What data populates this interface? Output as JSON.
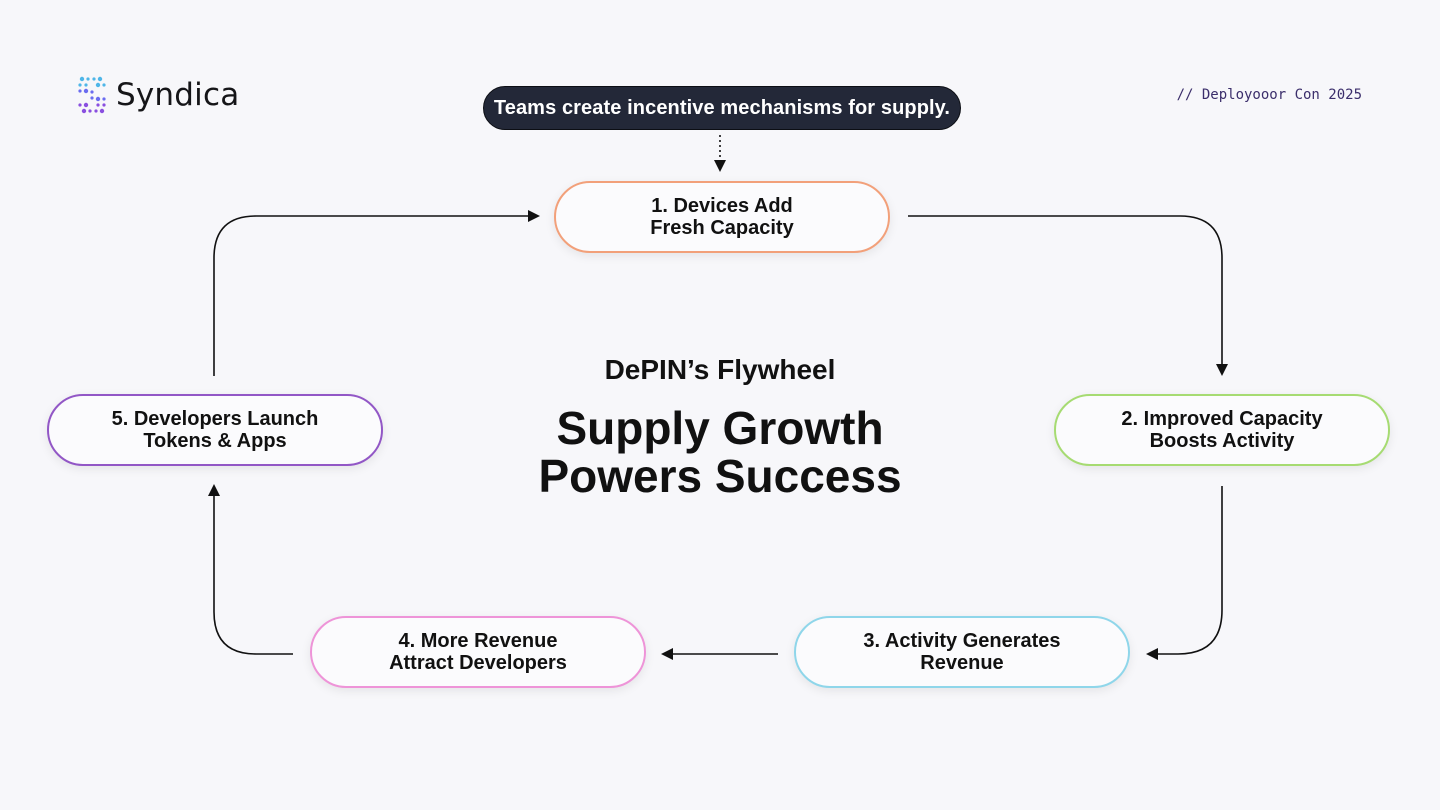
{
  "brand": {
    "name": "Syndica",
    "logo_icon": "syndica-logo-icon",
    "colors": [
      "#4fb6e8",
      "#6a6cf0",
      "#8a4fe0"
    ]
  },
  "event": "// Deployooor Con 2025",
  "tooltip": "Teams create incentive mechanisms for supply.",
  "diagram": {
    "subtitle": "DePIN’s Flywheel",
    "title": "Supply Growth\nPowers Success",
    "nodes": [
      {
        "label": "1. Devices Add\nFresh Capacity",
        "color": "#f2a07a"
      },
      {
        "label": "2. Improved Capacity\nBoosts Activity",
        "color": "#a6db72"
      },
      {
        "label": "3. Activity Generates\nRevenue",
        "color": "#8fd6ea"
      },
      {
        "label": "4. More Revenue\nAttract Developers",
        "color": "#ee94d8"
      },
      {
        "label": "5. Developers Launch\nTokens & Apps",
        "color": "#9257c6"
      }
    ]
  }
}
